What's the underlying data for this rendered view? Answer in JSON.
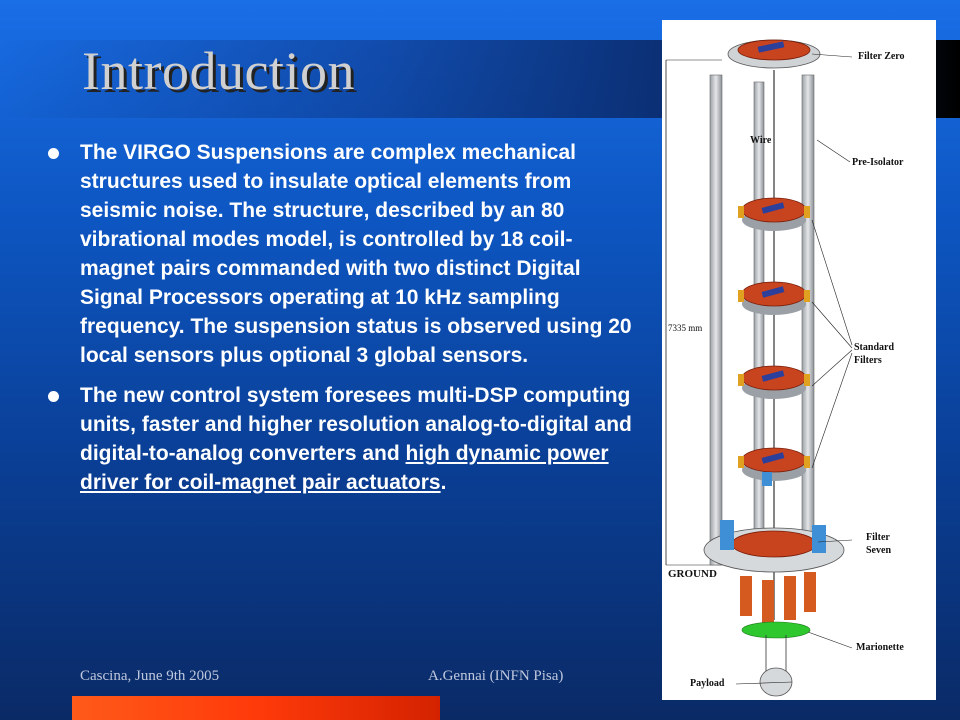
{
  "slide": {
    "title": "Introduction"
  },
  "bullets": [
    {
      "text": "The VIRGO Suspensions are complex mechanical structures used to insulate optical elements from seismic noise. The structure, described by an 80 vibrational modes model, is controlled by 18 coil-magnet pairs commanded with two distinct Digital Signal Processors operating at 10 kHz sampling frequency. The suspension status is observed using 20 local sensors plus optional 3 global sensors."
    },
    {
      "text_before": "The new control system foresees multi-DSP computing units, faster and higher resolution analog-to-digital and digital-to-analog converters and ",
      "text_underlined": "high dynamic power driver for coil-magnet pair actuators",
      "text_after": "."
    }
  ],
  "figure": {
    "labels": {
      "filter_zero": "Filter Zero",
      "wire": "Wire",
      "pre_isolator": "Pre-Isolator",
      "height": "7335 mm",
      "standard_filters_1": "Standard",
      "standard_filters_2": "Filters",
      "filter_seven_1": "Filter",
      "filter_seven_2": "Seven",
      "ground": "GROUND",
      "marionette": "Marionette",
      "payload": "Payload"
    }
  },
  "footer": {
    "left": "Cascina, June 9th 2005",
    "center": "A.Gennai (INFN Pisa)"
  },
  "colors": {
    "accent_bar": "#ff4a12",
    "title_text": "#d0d0d0",
    "body_text": "#ffffff"
  }
}
